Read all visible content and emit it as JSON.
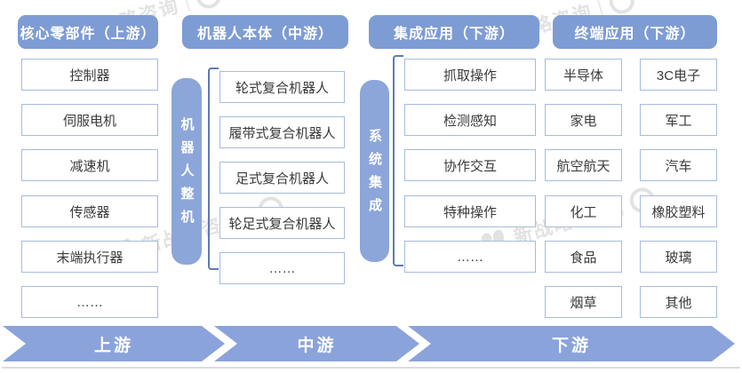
{
  "headers": {
    "core_components": "核心零部件（上游）",
    "robot_body": "机器人本体（中游）",
    "integrated_apps": "集成应用（下游）",
    "terminal_apps": "终端应用（下游）"
  },
  "core_components": {
    "items": [
      "控制器",
      "伺服电机",
      "减速机",
      "传感器",
      "末端执行器",
      "……"
    ]
  },
  "robot_body": {
    "side_label": "机器人整机",
    "items": [
      "轮式复合机器人",
      "履带式复合机器人",
      "足式复合机器人",
      "轮足式复合机器人",
      "……"
    ]
  },
  "integrated_apps": {
    "side_label": "系统集成",
    "items": [
      "抓取操作",
      "检测感知",
      "协作交互",
      "特种操作",
      "……"
    ]
  },
  "terminal_apps": {
    "col_left": [
      "半导体",
      "家电",
      "航空航天",
      "化工",
      "食品",
      "烟草"
    ],
    "col_right": [
      "3C电子",
      "军工",
      "汽车",
      "橡胶塑料",
      "玻璃",
      "其他"
    ]
  },
  "flow": {
    "upstream": "上游",
    "midstream": "中游",
    "downstream": "下游"
  },
  "watermark": {
    "text": "新战略咨询"
  },
  "colors": {
    "header_bg": "#7E9CD4",
    "vbar_bg": "#8CA6DA",
    "arrow_bg": "#8BA3DB",
    "box_border": "#A6BCDE",
    "bracket": "#5F7AB5",
    "box_text": "#3A3A3A",
    "watermark": "#C6C6C6"
  }
}
